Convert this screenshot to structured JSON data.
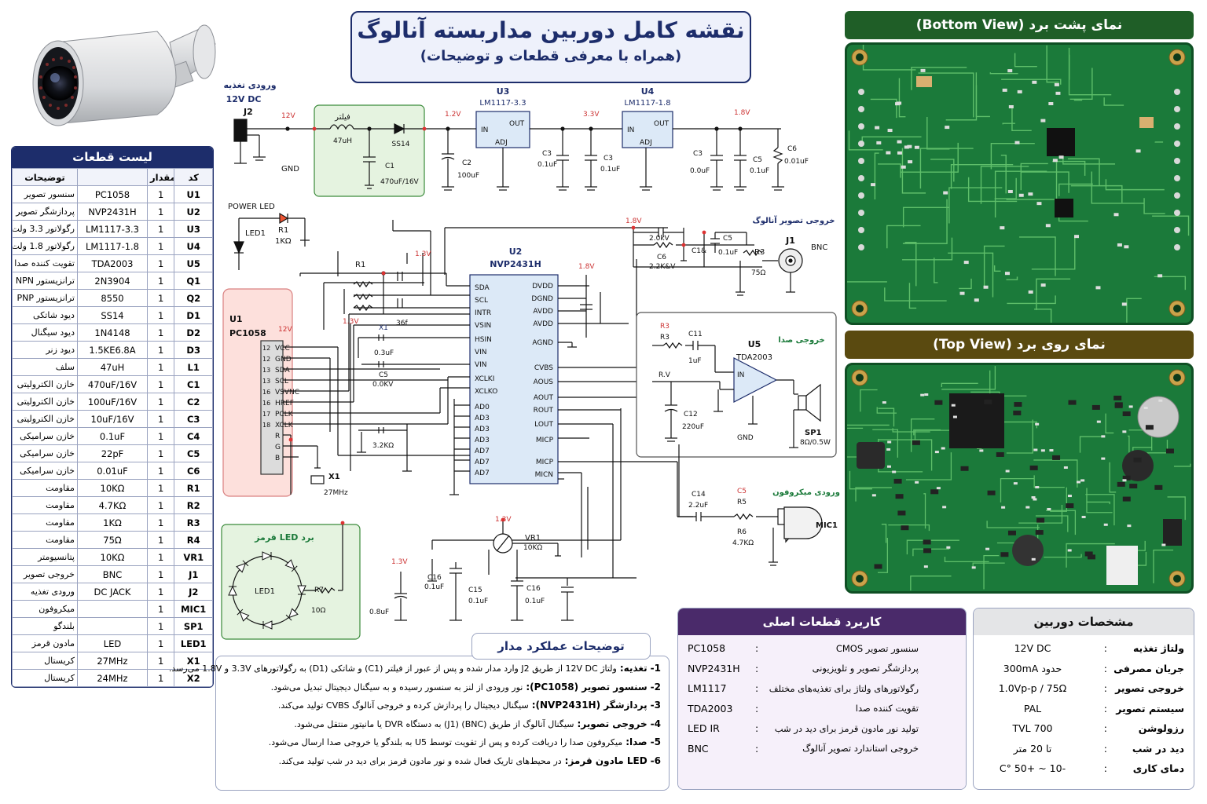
{
  "title": {
    "main": "نقشه کامل دوربین مداربسته آنالوگ",
    "sub": "(همراه با معرفی قطعات و توضیحات)"
  },
  "parts_list": {
    "title": "لیست قطعات",
    "headers": [
      "کد",
      "مقدار",
      "توضیحات"
    ],
    "rows": [
      {
        "code": "U1",
        "qty": "1",
        "value": "PC1058",
        "desc": "سنسور تصویر"
      },
      {
        "code": "U2",
        "qty": "1",
        "value": "NVP2431H",
        "desc": "پردازشگر تصویر"
      },
      {
        "code": "U3",
        "qty": "1",
        "value": "LM1117-3.3",
        "desc": "رگولاتور 3.3 ولت"
      },
      {
        "code": "U4",
        "qty": "1",
        "value": "LM1117-1.8",
        "desc": "رگولاتور 1.8 ولت"
      },
      {
        "code": "U5",
        "qty": "1",
        "value": "TDA2003",
        "desc": "تقویت کننده صدا"
      },
      {
        "code": "Q1",
        "qty": "1",
        "value": "2N3904",
        "desc": "ترانزیستور NPN"
      },
      {
        "code": "Q2",
        "qty": "1",
        "value": "8550",
        "desc": "ترانزیستور PNP"
      },
      {
        "code": "D1",
        "qty": "1",
        "value": "SS14",
        "desc": "دیود شاتکی"
      },
      {
        "code": "D2",
        "qty": "1",
        "value": "1N4148",
        "desc": "دیود سیگنال"
      },
      {
        "code": "D3",
        "qty": "1",
        "value": "1.5KE6.8A",
        "desc": "دیود زنر"
      },
      {
        "code": "L1",
        "qty": "1",
        "value": "47uH",
        "desc": "سلف"
      },
      {
        "code": "C1",
        "qty": "1",
        "value": "470uF/16V",
        "desc": "خازن الکترولیتی"
      },
      {
        "code": "C2",
        "qty": "1",
        "value": "100uF/16V",
        "desc": "خازن الکترولیتی"
      },
      {
        "code": "C3",
        "qty": "1",
        "value": "10uF/16V",
        "desc": "خازن الکترولیتی"
      },
      {
        "code": "C4",
        "qty": "1",
        "value": "0.1uF",
        "desc": "خازن سرامیکی"
      },
      {
        "code": "C5",
        "qty": "1",
        "value": "22pF",
        "desc": "خازن سرامیکی"
      },
      {
        "code": "C6",
        "qty": "1",
        "value": "0.01uF",
        "desc": "خازن سرامیکی"
      },
      {
        "code": "R1",
        "qty": "1",
        "value": "10KΩ",
        "desc": "مقاومت"
      },
      {
        "code": "R2",
        "qty": "1",
        "value": "4.7KΩ",
        "desc": "مقاومت"
      },
      {
        "code": "R3",
        "qty": "1",
        "value": "1KΩ",
        "desc": "مقاومت"
      },
      {
        "code": "R4",
        "qty": "1",
        "value": "75Ω",
        "desc": "مقاومت"
      },
      {
        "code": "VR1",
        "qty": "1",
        "value": "10KΩ",
        "desc": "پتانسیومتر"
      },
      {
        "code": "J1",
        "qty": "1",
        "value": "BNC",
        "desc": "خروجی تصویر"
      },
      {
        "code": "J2",
        "qty": "1",
        "value": "DC JACK",
        "desc": "ورودی تغذیه"
      },
      {
        "code": "MIC1",
        "qty": "1",
        "value": "",
        "desc": "میکروفون"
      },
      {
        "code": "SP1",
        "qty": "1",
        "value": "",
        "desc": "بلندگو"
      },
      {
        "code": "LED1",
        "qty": "1",
        "value": "LED",
        "desc": "مادون قرمز"
      },
      {
        "code": "X1",
        "qty": "1",
        "value": "27MHz",
        "desc": "کریستال"
      },
      {
        "code": "X2",
        "qty": "1",
        "value": "24MHz",
        "desc": "کریستال"
      }
    ]
  },
  "schematic": {
    "power_in": {
      "title": "ورودی تغذیه",
      "voltage": "12V DC",
      "ref": "J2",
      "gnd": "GND",
      "rail": "12V"
    },
    "filter": {
      "label": "فیلتر",
      "l": "47uH",
      "d": "SS14",
      "c_ref": "C1",
      "c_val": "470uF/16V"
    },
    "u3": {
      "ref": "U3",
      "part": "LM1117-3.3",
      "in": "IN",
      "out": "OUT",
      "adj": "ADJ",
      "rail_in": "1.2V"
    },
    "u4": {
      "ref": "U4",
      "part": "LM1117-1.8",
      "in": "IN",
      "out": "OUT",
      "adj": "ADJ",
      "rail_in": "3.3V",
      "rail_out": "1.8V"
    },
    "caps_top": [
      {
        "ref": "C2",
        "val": "100uF"
      },
      {
        "ref": "C3",
        "val": "0.1uF"
      },
      {
        "ref": "C3",
        "val": "0.1uF"
      },
      {
        "ref": "C3",
        "val": "0.0uF"
      },
      {
        "ref": "C5",
        "val": "0.1uF"
      },
      {
        "ref": "C6",
        "val": "0.01uF"
      }
    ],
    "power_led": {
      "title": "POWER LED",
      "ref": "LED1",
      "r": "R1",
      "r_val": "1KΩ"
    },
    "u2": {
      "ref": "U2",
      "part": "NVP2431H",
      "left_pins": [
        "SDA",
        "SCL",
        "INTR",
        "VSIN",
        "HSIN",
        "VIN",
        "VIN",
        "XCLKI",
        "XCLKO",
        "AD0",
        "AD3",
        "AD3",
        "AD3",
        "AD7",
        "AD7",
        "AD7"
      ],
      "right_pins": [
        "DVDD",
        "DGND",
        "AVDD",
        "AVDD",
        "AGND",
        "CVBS",
        "AOUS",
        "AOUT",
        "ROUT",
        "LOUT",
        "MICP",
        "MICP",
        "MICN"
      ],
      "rail": "1.8V"
    },
    "u1": {
      "ref": "U1",
      "part": "PC1058",
      "pins": [
        "VCC",
        "GND",
        "SDA",
        "SCL",
        "VSVNC",
        "HREF",
        "PCLK",
        "XCLK",
        "R",
        "G",
        "B"
      ],
      "pin_nums": [
        "12",
        "12",
        "13",
        "13",
        "16",
        "16",
        "17",
        "18",
        "",
        "",
        ""
      ],
      "rail": "12V"
    },
    "x1": {
      "ref": "X1",
      "val": "27MHz"
    },
    "mid_labels": {
      "r1": "R1",
      "rail_13": "1.3V",
      "rail_13b": "1.3V",
      "x1": "X1",
      "c5": "C5",
      "c5_val": "0.0KV",
      "c_val1": "0.3uF",
      "c_36": "36f",
      "r_32": "3.2KΩ"
    },
    "video_out": {
      "title": "خروجی تصویر آنالوگ",
      "ref": "J1",
      "type": "BNC",
      "r": "R3",
      "r_val": "75Ω",
      "c5": "C5",
      "c5_val": "0.1uF",
      "c6": "C6",
      "c6_val": "2.2K&V",
      "c1": "C1&",
      "c_val": "2.0kV",
      "rail": "1.8V"
    },
    "audio_out": {
      "title": "خروجی صدا",
      "ref": "U5",
      "part": "TDA2003",
      "in": "IN",
      "gnd": "GND",
      "r3": "R3",
      "c11": "C11",
      "c11_val": "1uF",
      "rv": "R.V",
      "c12": "C12",
      "c12_val": "220uF",
      "sp": "SP1",
      "sp_val": "8Ω/0.5W",
      "r_top": "R3"
    },
    "mic_in": {
      "title": "ورودی میکروفون",
      "c14": "C14",
      "c14_val": "2.2uF",
      "r5": "R5",
      "r6": "R6",
      "r6_val": "4.7KΩ",
      "mic": "MIC1",
      "c5": "C5"
    },
    "ir_board": {
      "title": "برد LED قرمز",
      "led": "LED1",
      "r": "R7",
      "r_val": "10Ω"
    },
    "bottom": {
      "rail": "1.3V",
      "rail2": "1.3V",
      "vr": "VR1",
      "vr_val": "10KΩ",
      "c16": "C16",
      "c16_val": "0.1uF",
      "c15": "C15",
      "c15_val": "0.1uF",
      "c16b": "C16",
      "c16b_val": "0.1uF",
      "c_l": "0.8uF"
    }
  },
  "bottom_view": {
    "title": "نمای پشت برد (Bottom View)",
    "color": "#1f5e27"
  },
  "top_view": {
    "title": "نمای روی برد (Top View)",
    "color": "#5a4a10"
  },
  "operation": {
    "title": "توضیحات عملکرد مدار",
    "lines": [
      {
        "num": "1-",
        "head": "تغذیه:",
        "text": "ولتاژ 12V DC از طریق J2 وارد مدار شده و پس از عبور از فیلتر (C1) و شاتکی (D1) به رگولاتورهای 3.3V و 1.8V می‌رسد."
      },
      {
        "num": "2-",
        "head": "سنسور تصویر (PC1058):",
        "text": "نور ورودی از لنز به سنسور رسیده و به سیگنال دیجیتال تبدیل می‌شود."
      },
      {
        "num": "3-",
        "head": "پردازشگر (NVP2431H):",
        "text": "سیگنال دیجیتال را پردازش کرده و خروجی آنالوگ CVBS تولید می‌کند."
      },
      {
        "num": "4-",
        "head": "خروجی تصویر:",
        "text": "سیگنال آنالوگ از طریق (BNC) (J1) به دستگاه DVR یا مانیتور منتقل می‌شود."
      },
      {
        "num": "5-",
        "head": "صدا:",
        "text": "میکروفون صدا را دریافت کرده و پس از تقویت توسط U5 به بلندگو یا خروجی صدا ارسال می‌شود."
      },
      {
        "num": "6-",
        "head": "LED مادون قرمز:",
        "text": "در محیط‌های تاریک فعال شده و نور مادون قرمز برای دید در شب تولید می‌کند."
      }
    ]
  },
  "main_parts": {
    "title": "کاربرد قطعات اصلی",
    "rows": [
      {
        "part": "PC1058",
        "desc": "سنسور تصویر CMOS"
      },
      {
        "part": "NVP2431H",
        "desc": "پردازشگر تصویر و تلویزیونی"
      },
      {
        "part": "LM1117",
        "desc": "رگولاتورهای ولتاژ برای تغذیه‌های مختلف"
      },
      {
        "part": "TDA2003",
        "desc": "تقویت کننده صدا"
      },
      {
        "part": "LED IR",
        "desc": "تولید نور مادون قرمز برای دید در شب"
      },
      {
        "part": "BNC",
        "desc": "خروجی استاندارد تصویر آنالوگ"
      }
    ],
    "color": "#4a2a6a"
  },
  "specs": {
    "title": "مشخصات دوربین",
    "rows": [
      {
        "k": "ولتاژ تغذیه",
        "v": "12V DC"
      },
      {
        "k": "جریان مصرفی",
        "v": "حدود 300mA"
      },
      {
        "k": "خروجی تصویر",
        "v": "1.0Vp-p / 75Ω"
      },
      {
        "k": "سیستم تصویر",
        "v": "PAL"
      },
      {
        "k": "رزولوشن",
        "v": "700 TVL"
      },
      {
        "k": "دید در شب",
        "v": "تا 20 متر"
      },
      {
        "k": "دمای کاری",
        "v": "-10 ~ +50 °C"
      }
    ]
  }
}
